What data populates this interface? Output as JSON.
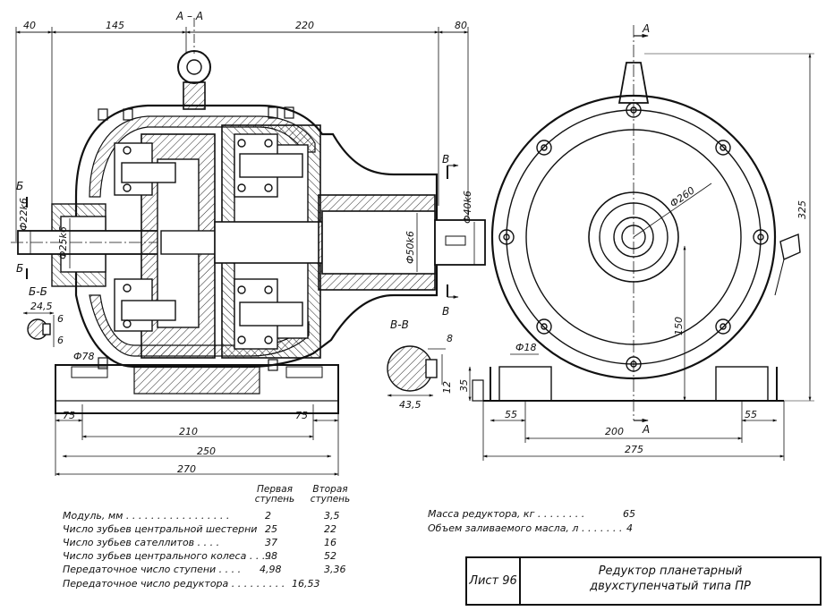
{
  "drawing": {
    "section_marks": {
      "aa_top": "А – А",
      "a_right_top": "А",
      "a_right_bottom": "А",
      "b_left_top": "Б",
      "b_left_bottom": "Б",
      "bb_label": "Б-Б",
      "v_right_top": "В",
      "v_right_bottom": "В",
      "vv_label": "В-В"
    },
    "dimensions": {
      "top_40": "40",
      "top_145": "145",
      "top_220": "220",
      "top_80": "80",
      "d22": "Ф22k6",
      "d25": "Ф25k6",
      "d50": "Ф50k6",
      "d40": "Ф40k6",
      "d78": "Ф78",
      "b_24_5": "24,5",
      "b_6a": "6",
      "b_6b": "6",
      "v_8": "8",
      "v_12": "12",
      "v_43_5": "43,5",
      "bot_75a": "75",
      "bot_75b": "75",
      "bot_210": "210",
      "bot_250": "250",
      "bot_270": "270",
      "r_d260": "Ф260",
      "r_325": "325",
      "r_150": "150",
      "r_35": "35",
      "r_d18": "Ф18",
      "r_55a": "55",
      "r_55b": "55",
      "r_200": "200",
      "r_275": "275"
    }
  },
  "specs": {
    "col_first": "Первая ступень",
    "col_second": "Вторая ступень",
    "rows": [
      {
        "label": "Модуль, мм . . . . . . . . . . . . . . . . .",
        "first": "2",
        "second": "3,5"
      },
      {
        "label": "Число зубьев центральной шестерни",
        "first": "25",
        "second": "22"
      },
      {
        "label": "Число зубьев сателлитов . . . .",
        "first": "37",
        "second": "16"
      },
      {
        "label": "Число зубьев центрального колеса . . . .",
        "first": "98",
        "second": "52"
      },
      {
        "label": "Передаточное число ступени . . . .",
        "first": "4,98",
        "second": "3,36"
      }
    ],
    "total_label": "Передаточное число редуктора . . . . . . . . .",
    "total_value": "16,53",
    "mass_label": "Масса редуктора, кг . . . . . . . .",
    "mass_value": "65",
    "oil_label": "Объем заливаемого масла, л . . . . . . .",
    "oil_value": "4"
  },
  "title_block": {
    "sheet": "Лист 96",
    "title_line1": "Редуктор планетарный",
    "title_line2": "двухступенчатый типа ПР"
  }
}
